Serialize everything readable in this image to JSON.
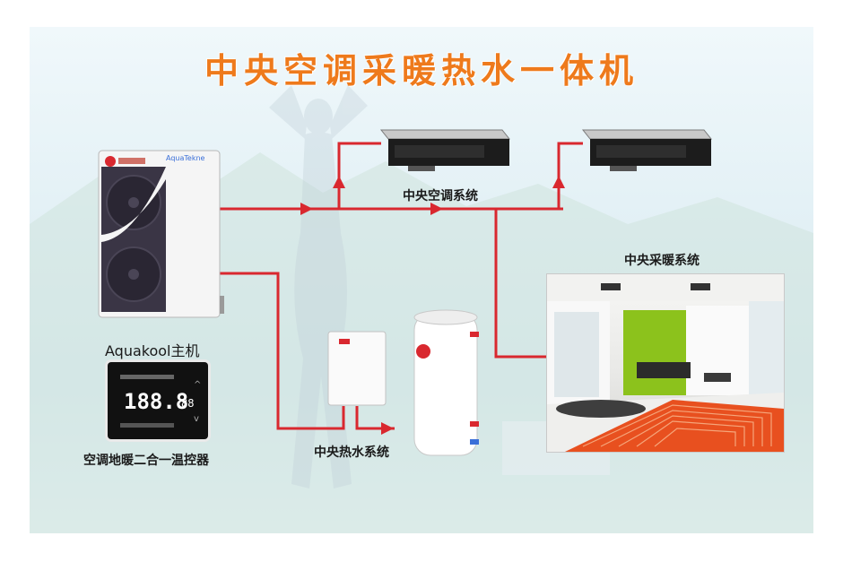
{
  "title": "中央空调采暖热水一体机",
  "labels": {
    "ac_system": "中央空调系统",
    "heating_system": "中央采暖系统",
    "main_unit": "Aquakool主机",
    "thermostat": "空调地暖二合一温控器",
    "hot_water_system": "中央热水系统"
  },
  "devices": {
    "unit_brand": "AquaTekne",
    "thermostat_display": "188.8",
    "thermostat_small": "88"
  },
  "colors": {
    "title": "#ee7a1c",
    "pipe": "#d9282f",
    "floor": "#e8501f",
    "wall_green": "#8cc21c"
  }
}
